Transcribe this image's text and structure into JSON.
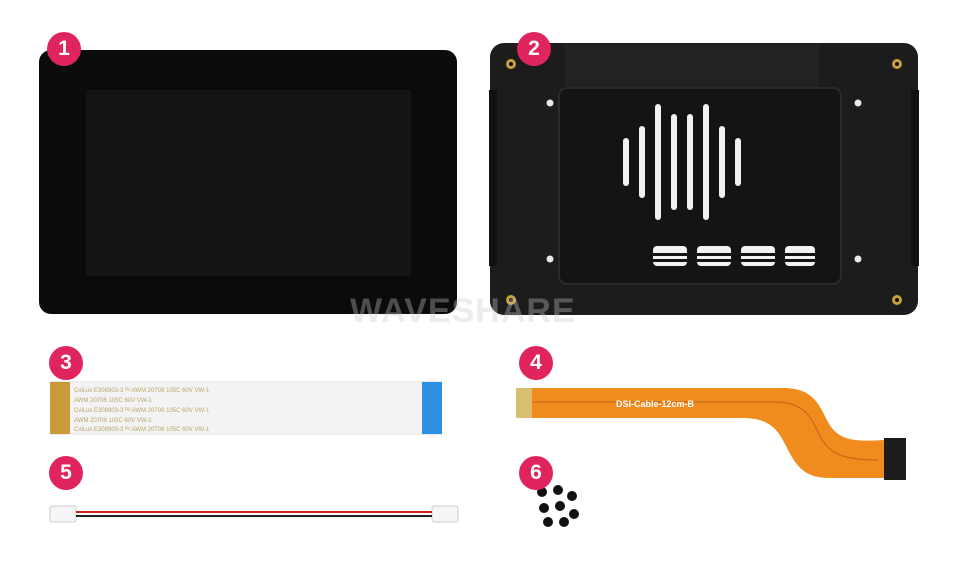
{
  "labels": [
    "1",
    "2",
    "3",
    "4",
    "5",
    "6"
  ],
  "watermark": "WAVESHARE",
  "cable_dsi": {
    "label": "DSI-Cable-12cm-B"
  },
  "ffc_print": {
    "line_a": "AWM 20706 105C 60V  VW-1",
    "line_b": "CviLux E308903-3 ᴿᵁ AWM 20706 105C 60V  VW-1"
  },
  "colors": {
    "badge": "#e0245e",
    "screen_bezel": "#0b0b0b",
    "case": "#1a1a1a",
    "flex_cable": "#f08c1e",
    "ffc_contacts": "#c89a3a",
    "ffc_stiffener": "#2f8fe0"
  }
}
